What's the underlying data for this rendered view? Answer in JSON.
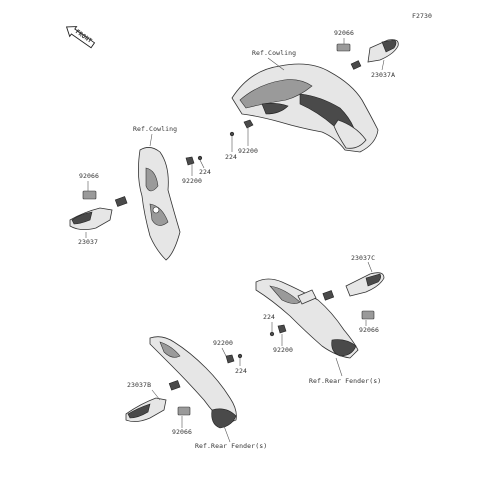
{
  "diagram_id": "F2730",
  "front_badge": "FRONT",
  "ref_labels": {
    "cowling_top": "Ref.Cowling",
    "cowling_left": "Ref.Cowling",
    "rear_fender_right": "Ref.Rear Fender(s)",
    "rear_fender_bottom": "Ref.Rear Fender(s)"
  },
  "callouts": {
    "tr_92066": "92066",
    "tr_23037A": "23037A",
    "tr_92200": "92200",
    "tr_224": "224",
    "l_92066": "92066",
    "l_23037": "23037",
    "l_224": "224",
    "l_92200": "92200",
    "r_23037C": "23037C",
    "r_224": "224",
    "r_92200": "92200",
    "r_92066": "92066",
    "b_92200": "92200",
    "b_224": "224",
    "b_23037B": "23037B",
    "b_92066": "92066"
  },
  "colors": {
    "line": "#333333",
    "shade": "#4a4a4a",
    "fill": "#e6e6e6"
  }
}
